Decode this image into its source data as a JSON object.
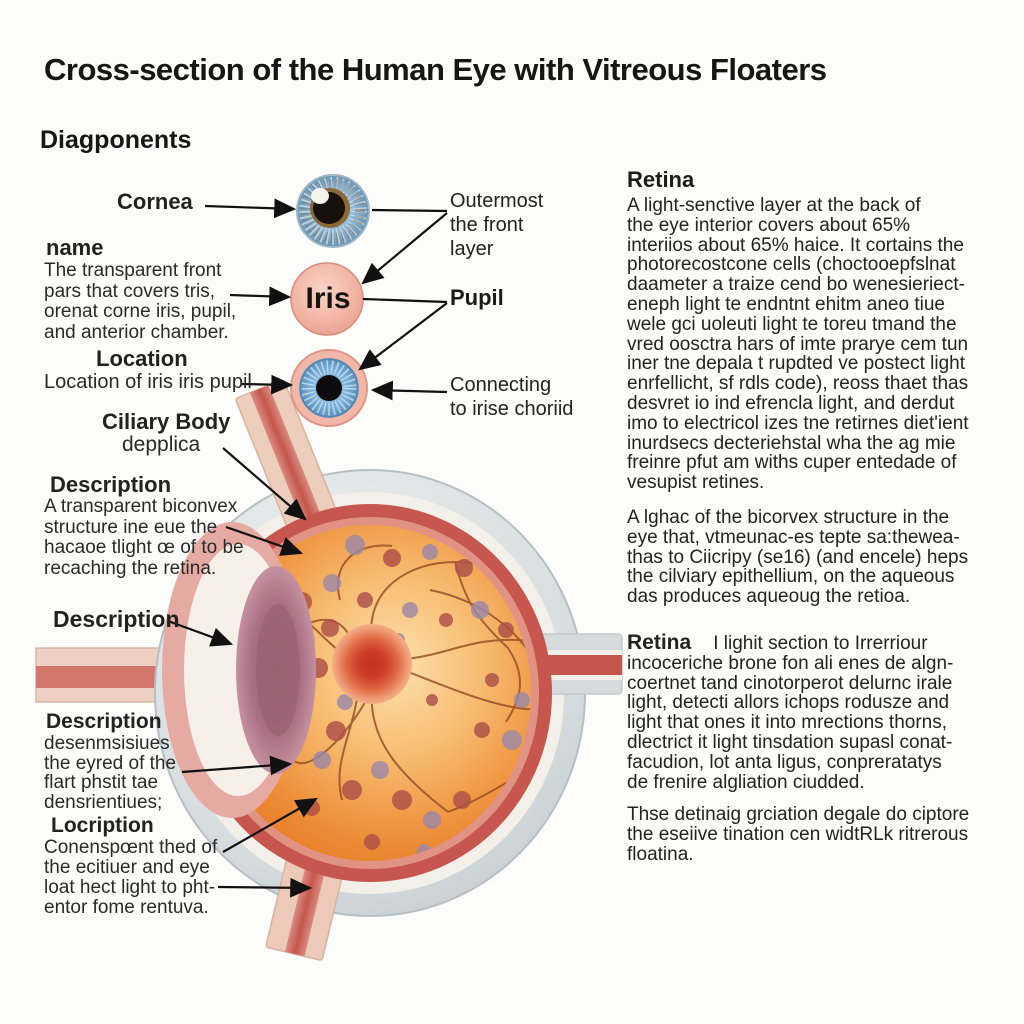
{
  "title": "Cross-section of the Human Eye with Vitreous Floaters",
  "subtitle": "Diagponents",
  "left_labels": {
    "cornea": "Cornea",
    "name_heading": "name",
    "name_body": "The transparent front\npars that covers tris,\norenat corne iris, pupil,\nand anterior chamber.",
    "location_heading": "Location",
    "location_body": "Location of iris iris pupil",
    "ciliary_heading": "Ciliary Body",
    "ciliary_sub": "depplica",
    "desc1_heading": "Description",
    "desc1_body": "A transparent biconvex\nstructure ine eue the\nhacaoe tlight œ of to be\nrecaching the retina.",
    "desc2_heading": "Description",
    "desc3_heading": "Description",
    "desc3_body": "desenmsisiues\nthe eyred of the\nflart phstit tae\ndensrientiues;",
    "loc2_heading": "Locription",
    "loc2_body": "Conenspœnt thed of\nthe ecitiuer and eye\nloat hect light to pht-\nentor fome rentuva."
  },
  "middle_labels": {
    "iris_sphere": "Iris",
    "outermost": "Outermost\nthe front\nlayer",
    "pupil": "Pupil",
    "connecting": "Connecting\nto irise choriid"
  },
  "right_column": {
    "heading": "Retina",
    "para1": "A light-senctive layer at the back of\nthe eye interior covers about 65%\ninteriios about 65% haice. It cortains the\nphotorecostcone cells (choctooepfslnat\ndaameter a traize cend bo wenesieriect-\neneph light te endntnt ehitm aneo tiue\nwele gci uoleuti light te toreu tmand the\nvred oosctra hars of imte prarye cem tun\niner tne depala t rupdted ve postect light\nenrfellicht, sf rdls code), reoss thaet thas\ndesvret io ind efrencla light, and derdut\nimo to electricol izes tne retirnes diet'ient\ninurdsecs decteriehstal wha the ag mie\nfreinre pfut am withs cuper entedade of\nvesupist retines.",
    "para2": "A lghac of the bicorvex structure in the\neye that, vtmeunac-es tepte sa:thewea-\nthas to Ciicripy (se16) (and encele) heps\nthe cilviary epithellium, on the aqueous\ndas produces aqueoug the retioa.",
    "para3_heading": "Retina",
    "para3": "I lighit section to Irrerriour\nincoceriche brone fon ali enes de algn-\ncoertnet tand cinotorperot delurnc irale\nlight, detecti allors ichops rodusze and\nlight that ones it into mrections thorns,\ndlectrict it light tinsdation supasl conat-\nfacudion, lot anta ligus, conpreratatys\nde frenire algliation ciudded.",
    "para4": "Thse detinaig grciation degale do ciptore\nthe eseiive tination cen widtRLk ritrerous\nfloatina."
  },
  "colors": {
    "background": "#fcfcfb",
    "text": "#1b1b1b",
    "sclera_grey": "#d2d9db",
    "choroid_red": "#c6564e",
    "inner_pink": "#e09383",
    "vitreous_orange": "#ec8a33",
    "vitreous_highlight": "#fce1ae",
    "disc_red": "#c23120",
    "lens_mauve": "#a06b7e",
    "tube_pale": "#edd0c2",
    "tube_core": "#c85a50",
    "iris_blue": "#7fa8c6",
    "iris_sphere_pink": "#f2b5a4",
    "floater_purple": "#9c87a6",
    "floater_red": "#ac4f48",
    "vessel_brown": "#9a5126",
    "arrow": "#111111"
  },
  "diagram": {
    "floater_colors": [
      "#9c87a6",
      "#ac4f48",
      "#8f5e80",
      "#a8625e"
    ],
    "floaters": [
      [
        355,
        545,
        10,
        0
      ],
      [
        392,
        558,
        9,
        1
      ],
      [
        430,
        552,
        8,
        0
      ],
      [
        464,
        568,
        9,
        1
      ],
      [
        478,
        540,
        8,
        0
      ],
      [
        332,
        583,
        9,
        0
      ],
      [
        302,
        602,
        10,
        1
      ],
      [
        520,
        574,
        8,
        1
      ],
      [
        545,
        601,
        9,
        0
      ],
      [
        558,
        632,
        8,
        1
      ],
      [
        306,
        640,
        9,
        0
      ],
      [
        318,
        668,
        10,
        1
      ],
      [
        300,
        700,
        8,
        0
      ],
      [
        330,
        628,
        9,
        1
      ],
      [
        345,
        702,
        8,
        0
      ],
      [
        336,
        731,
        10,
        1
      ],
      [
        322,
        760,
        9,
        0
      ],
      [
        352,
        790,
        10,
        1
      ],
      [
        312,
        808,
        8,
        1
      ],
      [
        380,
        770,
        9,
        0
      ],
      [
        402,
        800,
        10,
        1
      ],
      [
        432,
        820,
        9,
        0
      ],
      [
        372,
        842,
        8,
        1
      ],
      [
        424,
        851,
        7,
        0
      ],
      [
        462,
        800,
        9,
        1
      ],
      [
        482,
        730,
        8,
        1
      ],
      [
        512,
        740,
        10,
        0
      ],
      [
        532,
        770,
        9,
        1
      ],
      [
        492,
        680,
        7,
        1
      ],
      [
        522,
        700,
        8,
        0
      ],
      [
        547,
        722,
        9,
        1
      ],
      [
        562,
        682,
        8,
        0
      ],
      [
        540,
        650,
        7,
        1
      ],
      [
        410,
        610,
        8,
        0
      ],
      [
        446,
        620,
        7,
        1
      ],
      [
        480,
        610,
        9,
        0
      ],
      [
        506,
        630,
        8,
        1
      ],
      [
        365,
        600,
        8,
        1
      ],
      [
        292,
        642,
        7,
        0
      ],
      [
        432,
        700,
        6,
        1
      ],
      [
        398,
        640,
        7,
        0
      ],
      [
        352,
        660,
        6,
        1
      ]
    ]
  }
}
